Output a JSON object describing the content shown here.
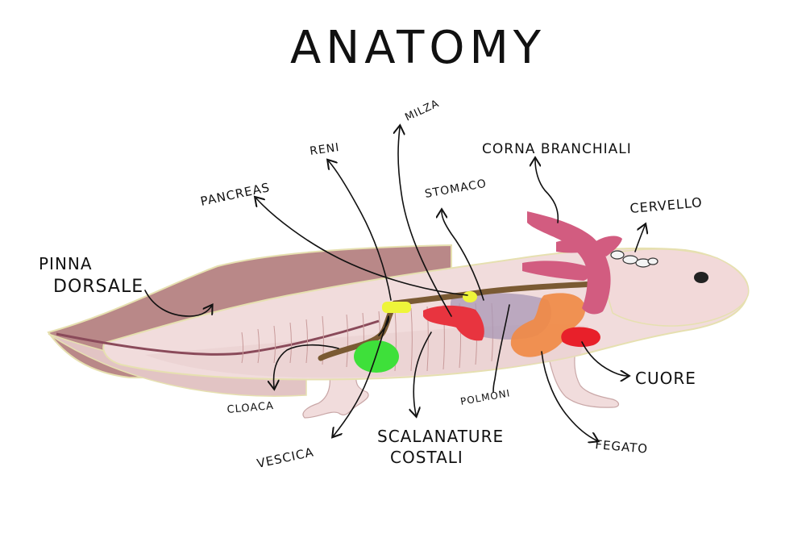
{
  "title": "ANATOMY",
  "labels": {
    "pinna_dorsale_1": "PINNA",
    "pinna_dorsale_2": "DORSALE",
    "pancreas": "PANCREAS",
    "reni": "RENI",
    "milza": "MILZA",
    "stomaco": "STOMACO",
    "corna_branchiali": "CORNA BRANCHIALI",
    "cervello": "CERVELLO",
    "cuore": "CUORE",
    "fegato": "FEGATO",
    "polmoni": "POLMONI",
    "scalanature_1": "SCALANATURE",
    "scalanature_2": "COSTALI",
    "vescica": "VESCICA",
    "cloaca": "CLOACA"
  },
  "colors": {
    "fin": "#b98888",
    "body": "#f1dcdc",
    "body_shadow": "#e2c4c4",
    "outline": "#e6e0b0",
    "gill": "#d25c80",
    "liver": "#f08a45",
    "heart": "#e8202a",
    "spleen": "#e8343f",
    "stomach": "#a897b5",
    "intestine": "#7a5a33",
    "pancreas": "#eef53a",
    "bladder": "#3ee03a",
    "brain": "#f4f4f4"
  }
}
